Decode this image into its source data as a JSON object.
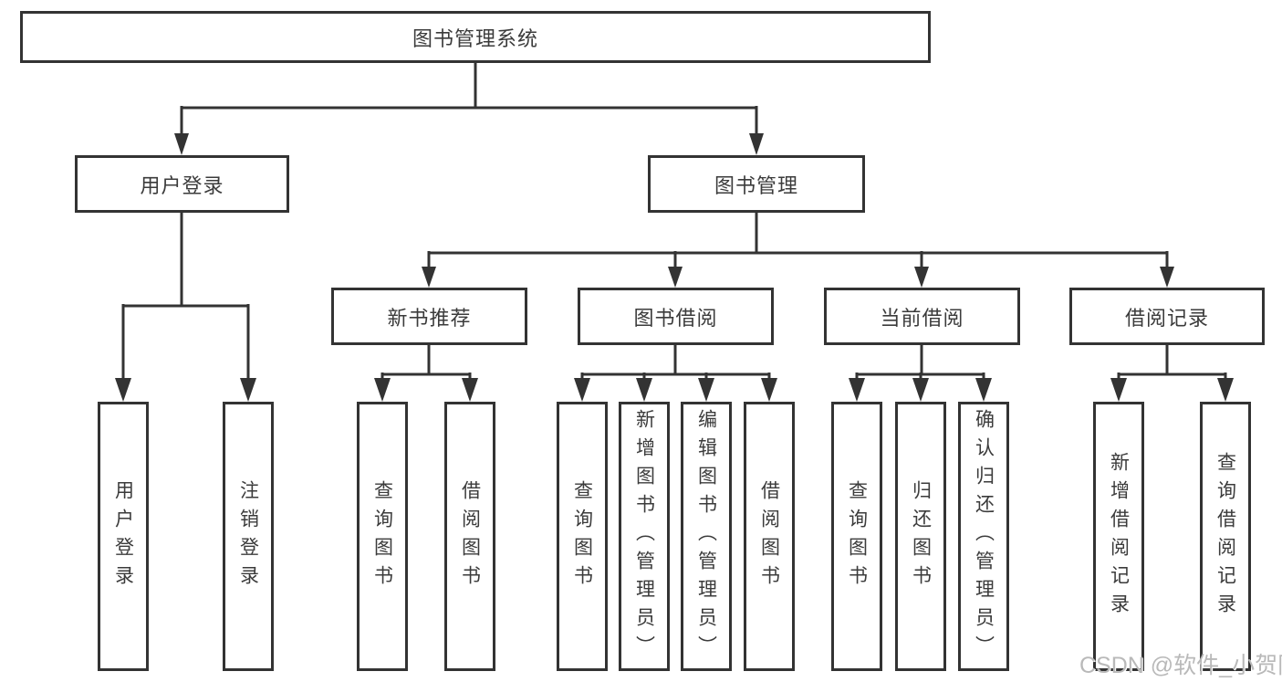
{
  "tree": {
    "root": "图书管理系统",
    "user_login": {
      "label": "用户登录",
      "children": [
        "用户登录",
        "注销登录"
      ]
    },
    "book_mgmt": {
      "label": "图书管理",
      "groups": [
        {
          "label": "新书推荐",
          "children": [
            "查询图书",
            "借阅图书"
          ]
        },
        {
          "label": "图书借阅",
          "children": [
            "查询图书",
            "新增图书（管理员）",
            "编辑图书（管理员）",
            "借阅图书"
          ]
        },
        {
          "label": "当前借阅",
          "children": [
            "查询图书",
            "归还图书",
            "确认归还（管理员）"
          ]
        },
        {
          "label": "借阅记录",
          "children": [
            "新增借阅记录",
            "查询借阅记录"
          ]
        }
      ]
    }
  },
  "watermark": "CSDN @软件_小贺同学",
  "colors": {
    "line": "#333333",
    "box_border": "#333333",
    "text": "#3b3b3b",
    "watermark": "#b9b9b9",
    "background": "#ffffff"
  }
}
